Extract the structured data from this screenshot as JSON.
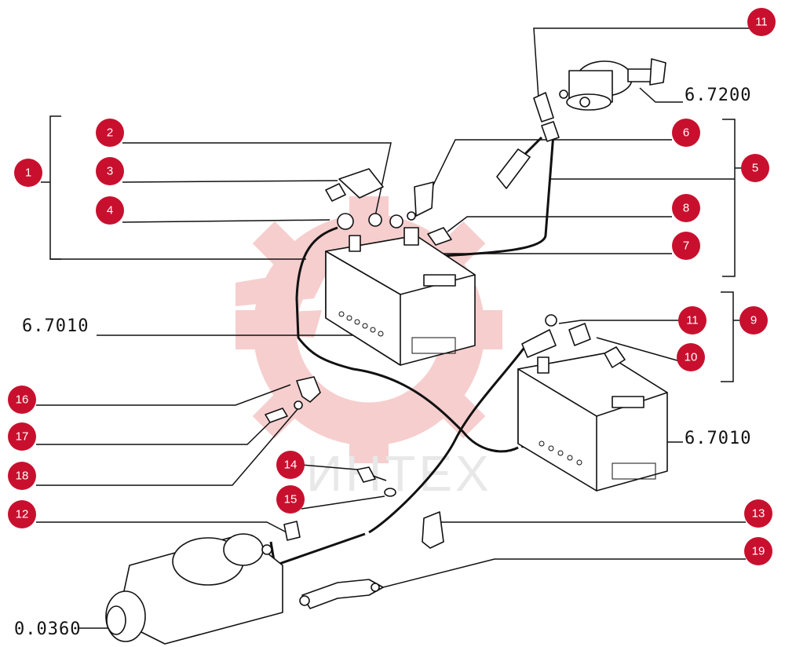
{
  "watermark": {
    "text": "ИНТЕХ",
    "color": "#f6c9c9"
  },
  "badge_color": "#c8102e",
  "callouts": [
    "1",
    "2",
    "3",
    "4",
    "5",
    "6",
    "7",
    "8",
    "9",
    "10",
    "11",
    "11",
    "12",
    "13",
    "14",
    "15",
    "16",
    "17",
    "18",
    "19"
  ],
  "part_codes": [
    "6.7200",
    "6.7010",
    "6.7010",
    "0.0360"
  ]
}
